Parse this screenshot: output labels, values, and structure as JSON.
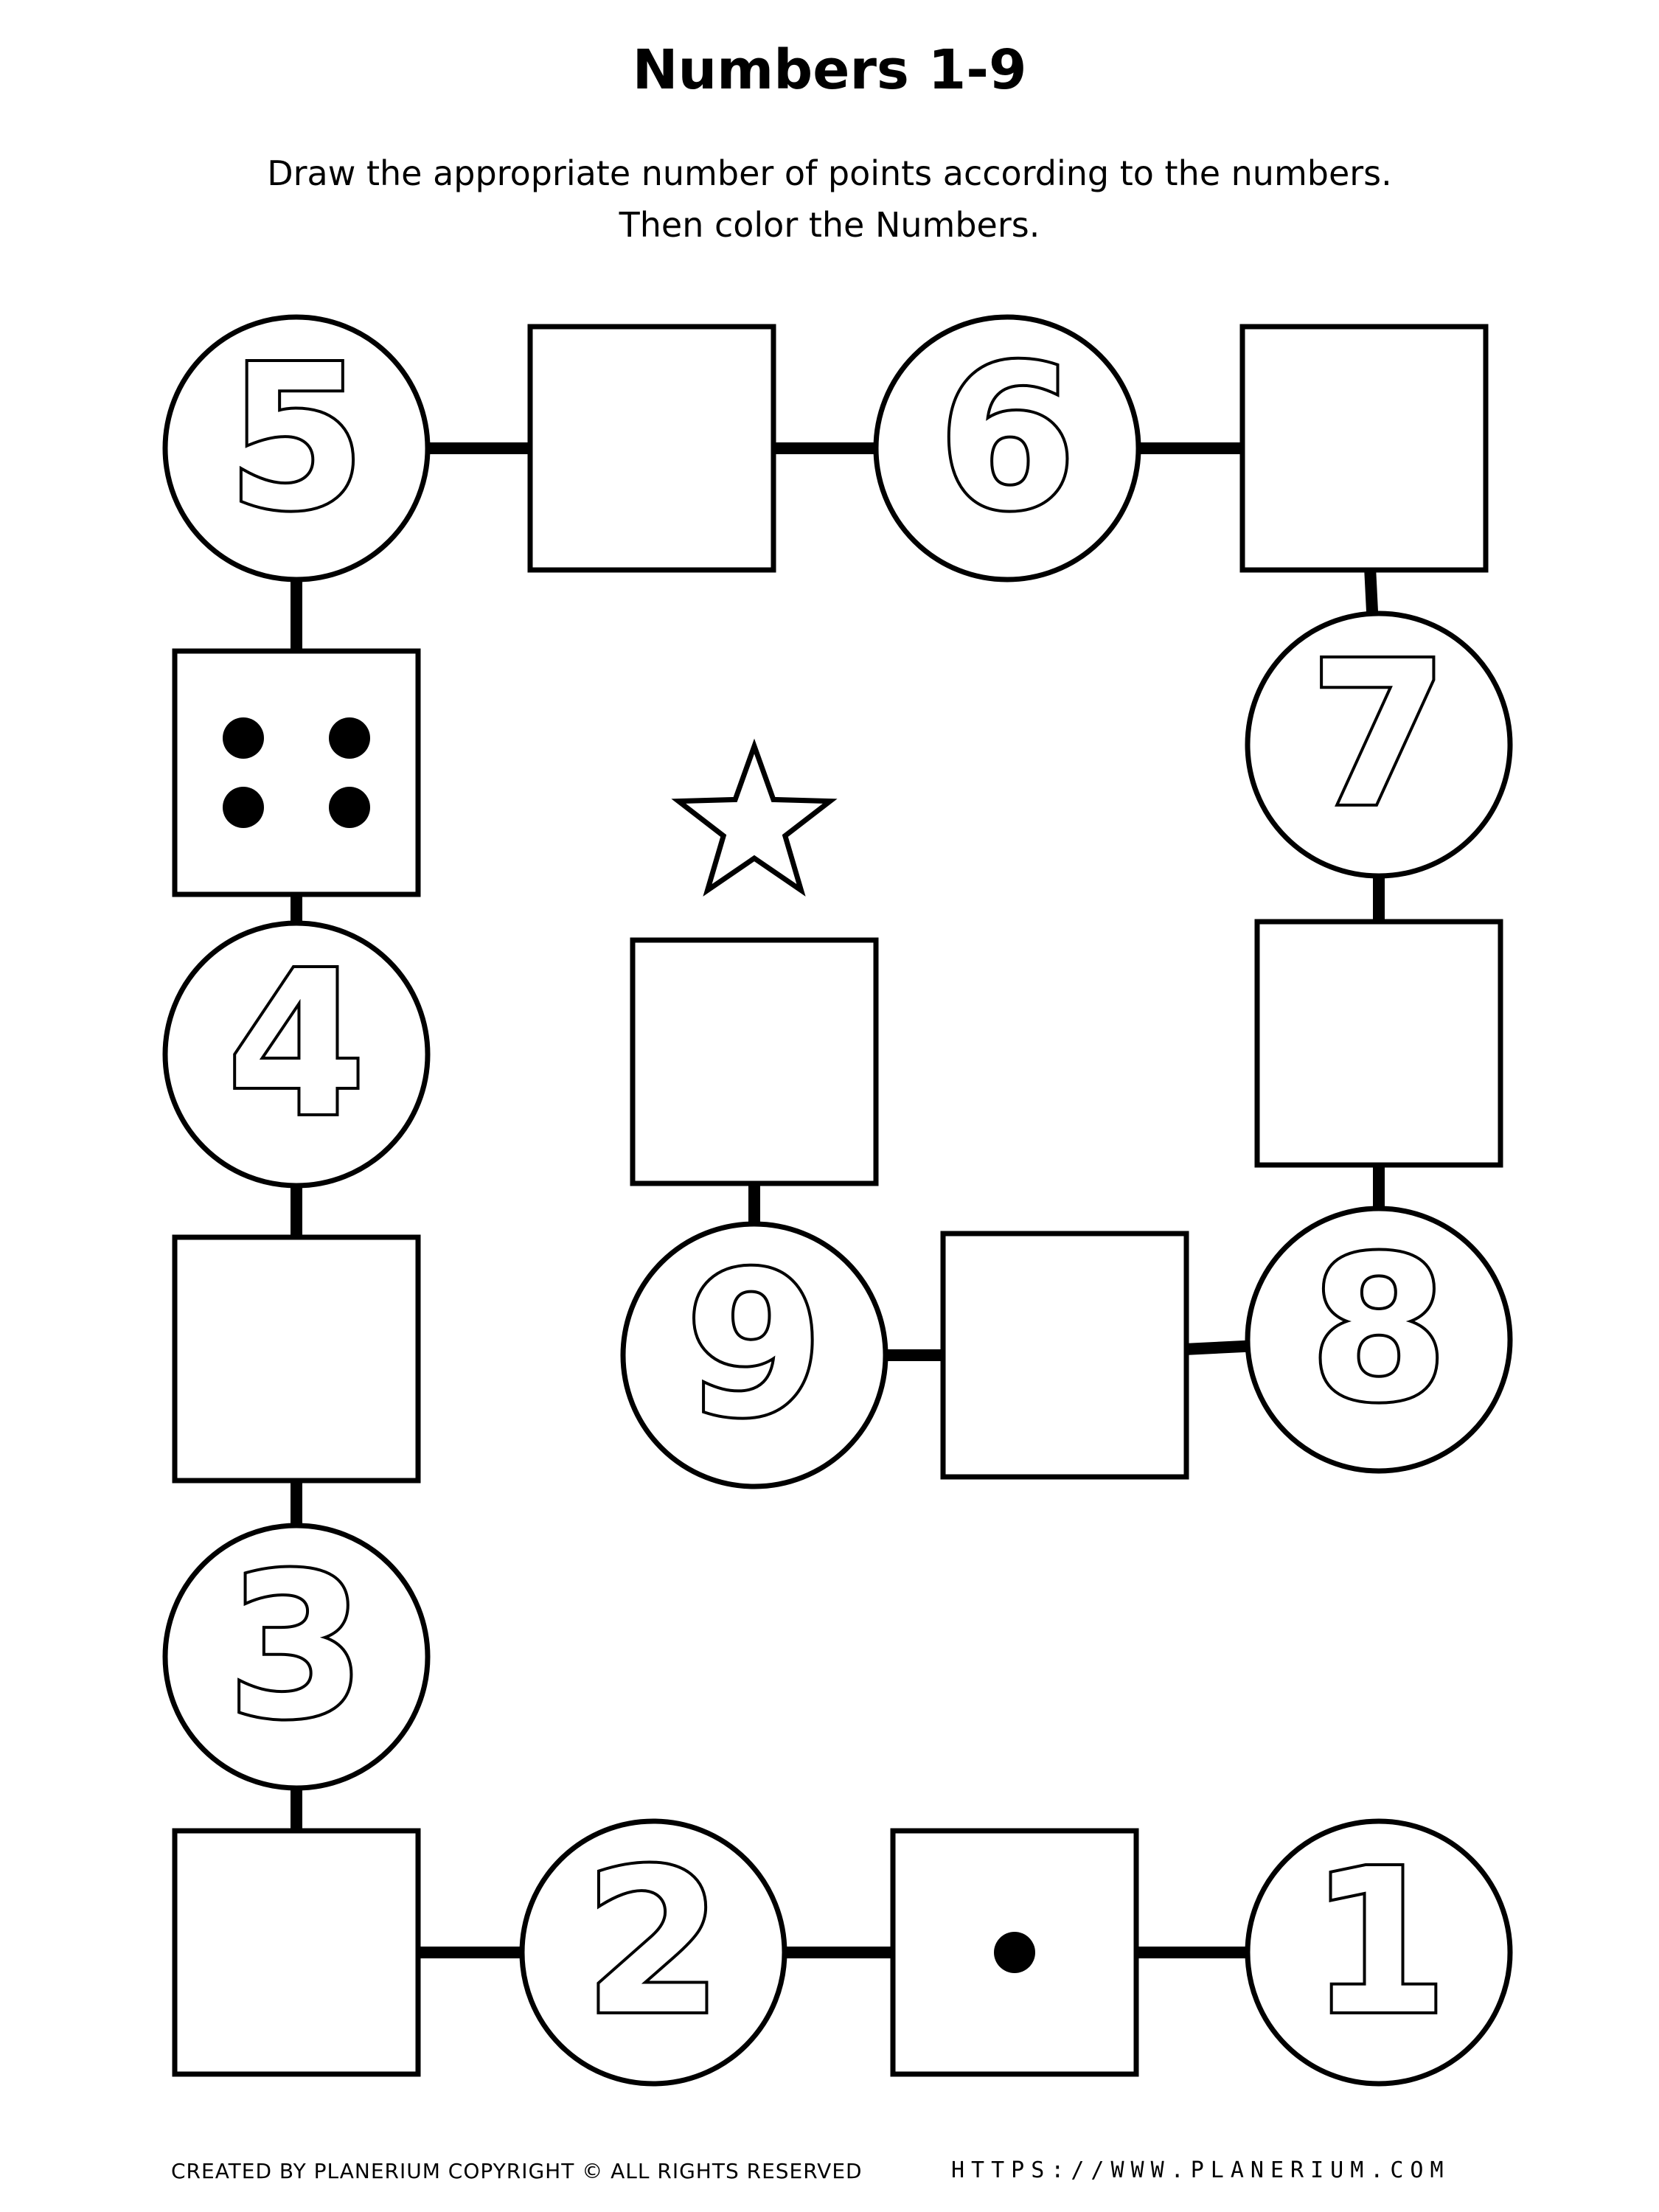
{
  "worksheet": {
    "title": "Numbers 1-9",
    "instructions": [
      "Draw the appropriate number of points according to the numbers.",
      "Then color the Numbers."
    ],
    "nodes": [
      {
        "kind": "circle",
        "number": "5"
      },
      {
        "kind": "box",
        "dots": 0
      },
      {
        "kind": "circle",
        "number": "6"
      },
      {
        "kind": "box",
        "dots": 0
      },
      {
        "kind": "circle",
        "number": "7"
      },
      {
        "kind": "box",
        "dots": 0
      },
      {
        "kind": "circle",
        "number": "8"
      },
      {
        "kind": "box",
        "dots": 0
      },
      {
        "kind": "circle",
        "number": "9"
      },
      {
        "kind": "box",
        "dots": 0
      },
      {
        "kind": "box",
        "dots": 4
      },
      {
        "kind": "circle",
        "number": "4"
      },
      {
        "kind": "box",
        "dots": 0
      },
      {
        "kind": "circle",
        "number": "3"
      },
      {
        "kind": "box",
        "dots": 0
      },
      {
        "kind": "circle",
        "number": "2"
      },
      {
        "kind": "box",
        "dots": 1
      },
      {
        "kind": "circle",
        "number": "1"
      }
    ],
    "finish_icon": "star-outline-icon"
  },
  "footer": {
    "credit": "CREATED BY PLANERIUM COPYRIGHT © ALL RIGHTS RESERVED",
    "url": "HTTPS://WWW.PLANERIUM.COM"
  }
}
